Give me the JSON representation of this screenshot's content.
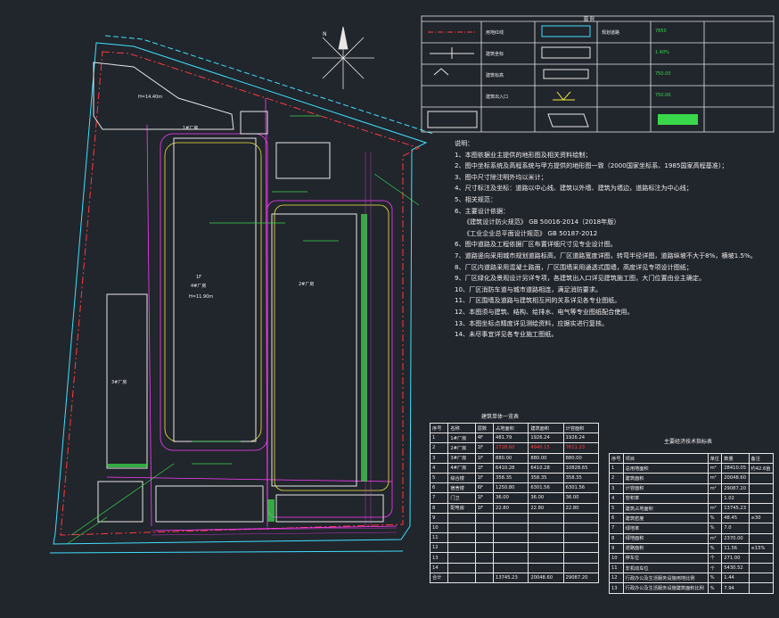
{
  "legend": {
    "title": "图 例",
    "items": [
      {
        "label": "用地红线",
        "sample": "red-dash"
      },
      {
        "label": "规划道路",
        "sample": "cyan-box"
      },
      {
        "label": "",
        "sample": "green-value"
      },
      {
        "label": "建筑坐标",
        "sample": "cross"
      },
      {
        "label": "建筑标高",
        "sample": "level"
      },
      {
        "label": "",
        "sample": "green-value"
      },
      {
        "label": "建筑出入口",
        "sample": "entry"
      },
      {
        "label": "",
        "sample": "green-value"
      },
      {
        "label": "",
        "sample": "road-junction"
      },
      {
        "label": "",
        "sample": "green-value"
      },
      {
        "label": "",
        "sample": "grid"
      },
      {
        "label": "",
        "sample": "slope"
      },
      {
        "label": "",
        "sample": "green-fill"
      }
    ]
  },
  "notes": {
    "title": "说明：",
    "lines": [
      "1、本图依据业主提供的地形图及相关资料绘制；",
      "2、图中坐标系统及高程系统与甲方提供的地形图一致（2000国家坐标系、1985国家高程基准）；",
      "3、图中尺寸除注明外均以米计；",
      "4、尺寸标注及坐标：道路以中心线、建筑以外墙、建筑为墙边，道路标注为中心线；",
      "5、相关规范：",
      "6、主要设计依据：",
      "《建筑设计防火规范》 GB 50016-2014（2018年版）",
      "《工业企业总平面设计规范》 GB 50187-2012",
      "6、图中道路及工程依据厂区布置详细尺寸见专业设计图。",
      "7、道路竖向采用城市规划道路标高，厂区道路宽度详图，转弯半径详图，道路纵坡不大于8%，横坡1.5%。",
      "8、厂区内道路采用混凝土路面，厂区围墙采用通透式围墙，高度详见专项设计图纸；",
      "9、厂区绿化及景观设计另详专项，各建筑出入口详见建筑施工图，大门位置由业主确定。",
      "10、厂区消防车道与城市道路相连，满足消防要求。",
      "11、厂区围墙及道路与建筑相互间的关系详见各专业图纸。",
      "12、本图须与建筑、结构、给排水、电气等专业图纸配合使用。",
      "13、本图坐标点精度详见测绘资料，应据实进行复核。",
      "14、未尽事宜详见各专业施工图纸。"
    ]
  },
  "building_table": {
    "title": "建筑单体一览表",
    "headers": [
      "序号",
      "名称",
      "层数",
      "占地面积",
      "建筑面积",
      "计容面积"
    ],
    "rows": [
      [
        "1",
        "1#厂房",
        "4F",
        "481.79",
        "1926.24",
        "1926.24"
      ],
      [
        "2",
        "2#厂房",
        "1F",
        "2728.60",
        "4940.15",
        "7611.23"
      ],
      [
        "3",
        "3#厂房",
        "1F",
        "880.00",
        "880.00",
        "880.00"
      ],
      [
        "4",
        "4#厂房",
        "1F",
        "6410.28",
        "6410.28",
        "10828.65"
      ],
      [
        "5",
        "综合楼",
        "1F",
        "358.35",
        "358.35",
        "358.35"
      ],
      [
        "6",
        "宿舍楼",
        "6F",
        "1250.80",
        "6301.56",
        "6301.56"
      ],
      [
        "7",
        "门卫",
        "1F",
        "36.00",
        "36.00",
        "36.00"
      ],
      [
        "8",
        "配电房",
        "1F",
        "22.80",
        "22.80",
        "22.80"
      ],
      [
        "9",
        "",
        "",
        "",
        "",
        ""
      ],
      [
        "10",
        "",
        "",
        "",
        "",
        ""
      ],
      [
        "11",
        "",
        "",
        "",
        "",
        ""
      ],
      [
        "12",
        "",
        "",
        "",
        "",
        ""
      ],
      [
        "13",
        "",
        "",
        "",
        "",
        ""
      ],
      [
        "14",
        "",
        "",
        "",
        "",
        ""
      ]
    ],
    "total_label": "合计",
    "totals": [
      "13745.23",
      "20048.60",
      "29087.20"
    ]
  },
  "indicator_table": {
    "title": "主要经济技术指标表",
    "headers": [
      "序号",
      "项目",
      "单位",
      "数量",
      "备注"
    ],
    "rows": [
      [
        "1",
        "总用地面积",
        "m²",
        "28410.05",
        "约42.6亩"
      ],
      [
        "2",
        "建筑面积",
        "m²",
        "20048.60",
        ""
      ],
      [
        "3",
        "计容面积",
        "m²",
        "29087.20",
        ""
      ],
      [
        "4",
        "容积率",
        "",
        "1.02",
        ""
      ],
      [
        "5",
        "建筑占地面积",
        "m²",
        "13745.23",
        ""
      ],
      [
        "6",
        "建筑密度",
        "%",
        "48.45",
        "≥30"
      ],
      [
        "7",
        "绿地率",
        "%",
        "7.0",
        ""
      ],
      [
        "8",
        "绿地面积",
        "m²",
        "2370.00",
        ""
      ],
      [
        "9",
        "道路面积",
        "%",
        "11.56",
        "≤15%"
      ],
      [
        "10",
        "停车位",
        "个",
        "271.00",
        ""
      ],
      [
        "11",
        "非机动车位",
        "个",
        "5430.52",
        ""
      ],
      [
        "12",
        "行政办公及生活服务设施用地比例",
        "%",
        "1.44",
        ""
      ],
      [
        "13",
        "行政办公及生活服务设施建筑面积比例",
        "%",
        "7.94",
        ""
      ]
    ]
  },
  "site_labels": {
    "b1": "1#厂房",
    "b2": "2#厂房",
    "b3": "3#厂房",
    "b4": "4#厂房",
    "b4_floors": "1F",
    "b4_height": "H=11.90m",
    "b1_height": "H=14.40m",
    "compass": "N"
  },
  "colors": {
    "background": "#21252c",
    "building_line": "#e6e6e6",
    "green": "#39d84a",
    "red": "#ff3b3b",
    "cyan": "#3fe0ff",
    "magenta": "#ff3cff",
    "yellow": "#f5e642"
  }
}
